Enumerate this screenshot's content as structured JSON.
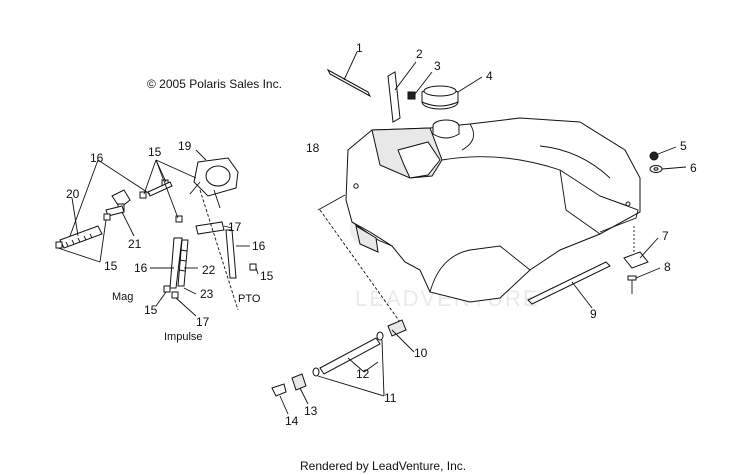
{
  "copyright": "© 2005 Polaris Sales Inc.",
  "footer": "Rendered by LeadVenture, Inc.",
  "watermark": "LEADVENTURE",
  "callouts": [
    {
      "id": "c1",
      "text": "1"
    },
    {
      "id": "c2",
      "text": "2"
    },
    {
      "id": "c3",
      "text": "3"
    },
    {
      "id": "c4",
      "text": "4"
    },
    {
      "id": "c5",
      "text": "5"
    },
    {
      "id": "c6",
      "text": "6"
    },
    {
      "id": "c7",
      "text": "7"
    },
    {
      "id": "c8",
      "text": "8"
    },
    {
      "id": "c9",
      "text": "9"
    },
    {
      "id": "c10",
      "text": "10"
    },
    {
      "id": "c11",
      "text": "11"
    },
    {
      "id": "c12",
      "text": "12"
    },
    {
      "id": "c13",
      "text": "13"
    },
    {
      "id": "c14",
      "text": "14"
    },
    {
      "id": "c15a",
      "text": "15"
    },
    {
      "id": "c15b",
      "text": "15"
    },
    {
      "id": "c15c",
      "text": "15"
    },
    {
      "id": "c15d",
      "text": "15"
    },
    {
      "id": "c16a",
      "text": "16"
    },
    {
      "id": "c16b",
      "text": "16"
    },
    {
      "id": "c16c",
      "text": "16"
    },
    {
      "id": "c17a",
      "text": "17"
    },
    {
      "id": "c17b",
      "text": "17"
    },
    {
      "id": "c18",
      "text": "18"
    },
    {
      "id": "c19",
      "text": "19"
    },
    {
      "id": "c20",
      "text": "20"
    },
    {
      "id": "c21",
      "text": "21"
    },
    {
      "id": "c22",
      "text": "22"
    },
    {
      "id": "c23",
      "text": "23"
    }
  ],
  "captions": {
    "mag": "Mag",
    "pto": "PTO",
    "impulse": "Impulse"
  }
}
